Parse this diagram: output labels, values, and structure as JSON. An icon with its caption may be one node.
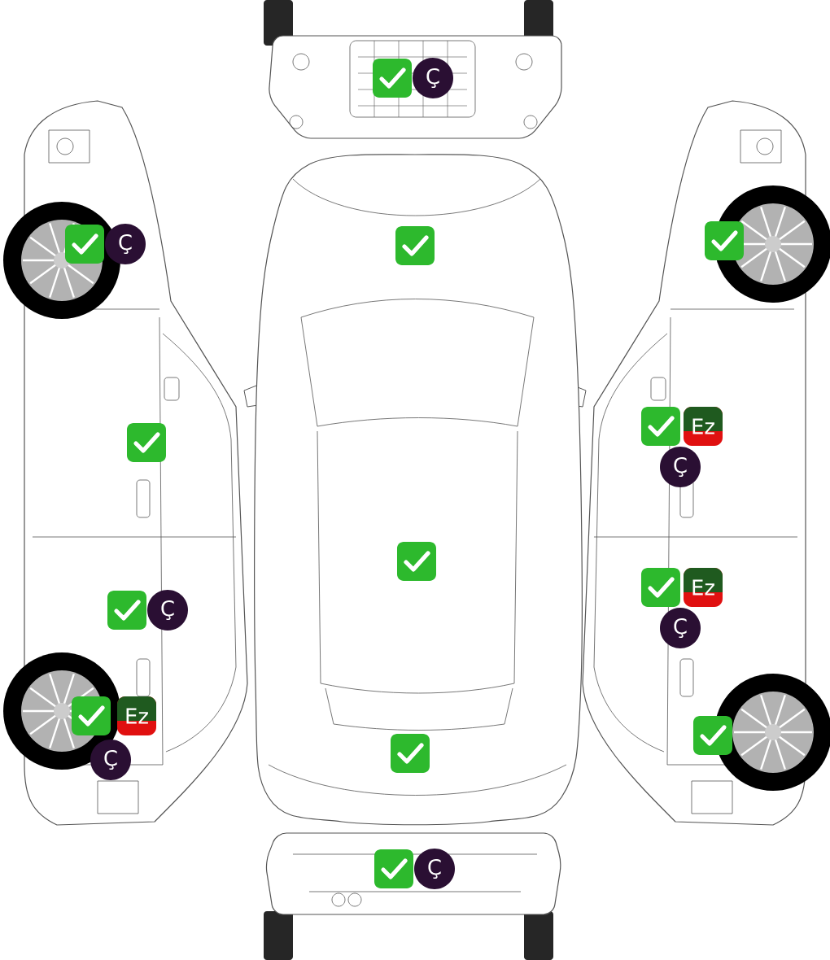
{
  "diagram": {
    "labels": [
      "Ç",
      "Ç",
      "Ez",
      "Ç",
      "Ez",
      "Ç",
      "Ç",
      "Ez",
      "Ç",
      "Ç"
    ]
  }
}
